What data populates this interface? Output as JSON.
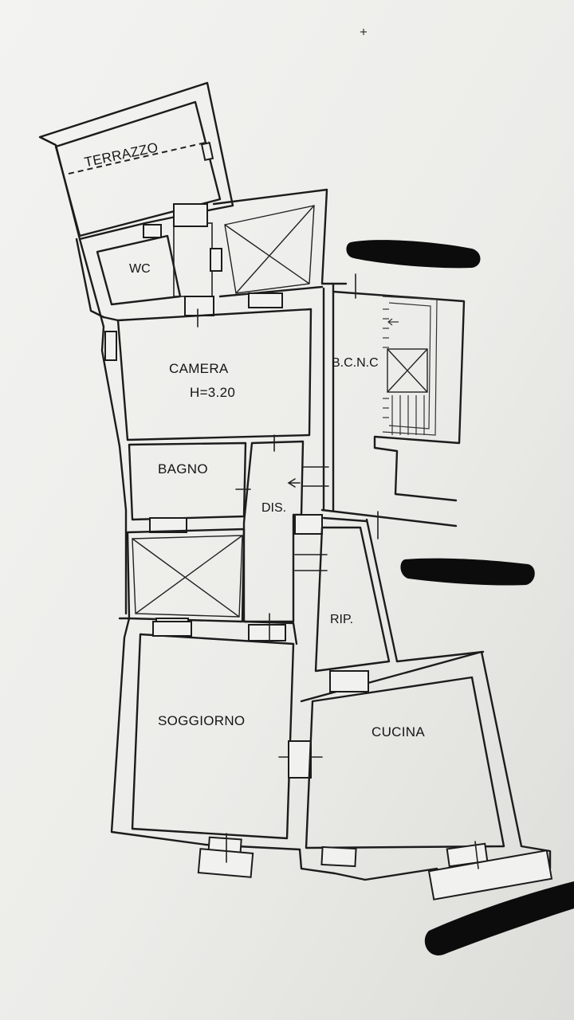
{
  "plan": {
    "rooms": {
      "terrazzo": "TERRAZZO",
      "wc": "WC",
      "camera": "CAMERA",
      "camera_height": "H=3.20",
      "bcnc": "B.C.N.C",
      "bagno": "BAGNO",
      "dis": "DIS.",
      "rip": "RIP.",
      "soggiorno": "SOGGIORNO",
      "cucina": "CUCINA"
    },
    "colors": {
      "paper": "#f1f1ef",
      "ink": "#1c1c1c",
      "redaction": "#0c0c0c"
    }
  }
}
